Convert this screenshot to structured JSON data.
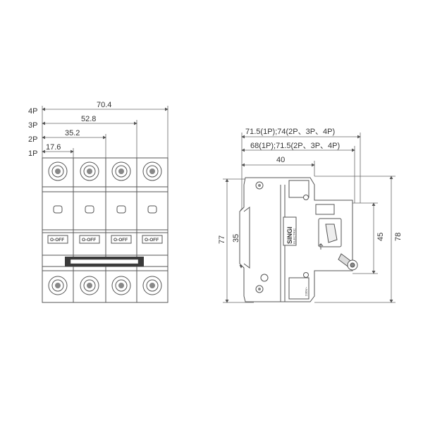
{
  "front_view": {
    "pole_labels": [
      "4P",
      "3P",
      "2P",
      "1P"
    ],
    "widths": [
      "70.4",
      "52.8",
      "35.2",
      "17.6"
    ],
    "switch_text": "O-OFF"
  },
  "side_view": {
    "dim_top_1": "71.5(1P);74(2P、3P、4P)",
    "dim_top_2": "68(1P);71.5(2P、3P、4P)",
    "dim_top_3": "40",
    "dim_left_77": "77",
    "dim_left_35": "35",
    "dim_right_45": "45",
    "dim_right_78": "78",
    "brand_text": "SINGI",
    "brand_sub": "ELECTRIC",
    "rating_text": "230V~"
  }
}
